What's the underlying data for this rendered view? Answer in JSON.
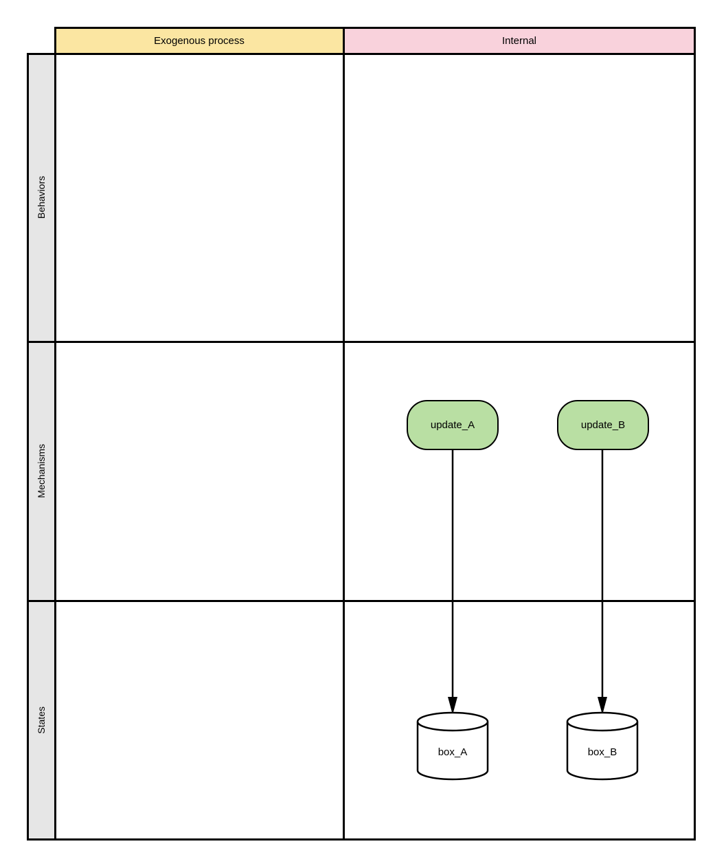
{
  "diagram_type": "swimlane-grid",
  "colors": {
    "header_yellow": "#fbe6a2",
    "header_pink": "#f9d2dc",
    "row_label_gray": "#e6e6e6",
    "node_green": "#b9dfa3",
    "cylinder_white": "#ffffff",
    "border_black": "#000000"
  },
  "column_headers": [
    {
      "label": "Exogenous process"
    },
    {
      "label": "Internal"
    }
  ],
  "row_headers": [
    {
      "label": "Behaviors"
    },
    {
      "label": "Mechanisms"
    },
    {
      "label": "States"
    }
  ],
  "nodes": {
    "update_a": {
      "label": "update_A",
      "type": "rounded-process",
      "lane_row": "Mechanisms",
      "lane_col": "Internal"
    },
    "update_b": {
      "label": "update_B",
      "type": "rounded-process",
      "lane_row": "Mechanisms",
      "lane_col": "Internal"
    },
    "box_a": {
      "label": "box_A",
      "type": "datastore-cylinder",
      "lane_row": "States",
      "lane_col": "Internal"
    },
    "box_b": {
      "label": "box_B",
      "type": "datastore-cylinder",
      "lane_row": "States",
      "lane_col": "Internal"
    }
  },
  "connectors": [
    {
      "from": "update_A",
      "to": "box_A",
      "style": "straight-arrow-down"
    },
    {
      "from": "update_B",
      "to": "box_B",
      "style": "straight-arrow-down"
    }
  ]
}
